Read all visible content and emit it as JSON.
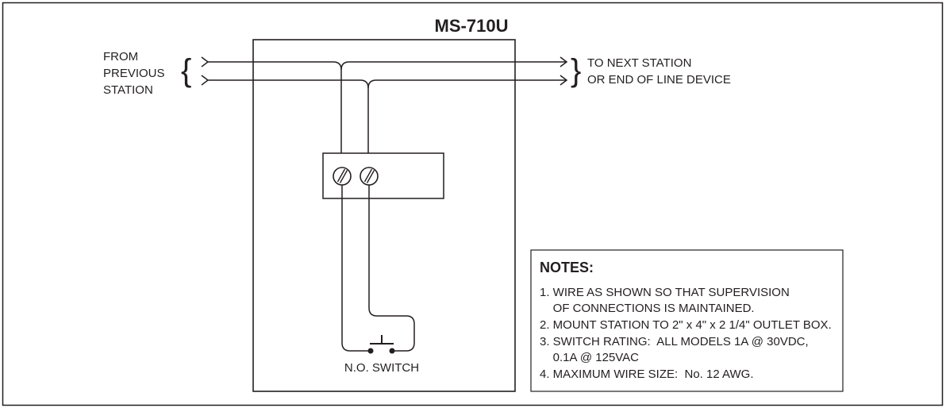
{
  "title": "MS-710U",
  "from_label": [
    "FROM",
    "PREVIOUS",
    "STATION"
  ],
  "to_label": [
    "TO NEXT STATION",
    "OR END OF LINE DEVICE"
  ],
  "switch_label": "N.O. SWITCH",
  "notes": {
    "heading": "NOTES:",
    "lines": [
      "1. WIRE AS SHOWN SO THAT SUPERVISION",
      "    OF CONNECTIONS IS MAINTAINED.",
      "2. MOUNT STATION TO 2\" x 4\" x 2 1/4\" OUTLET BOX.",
      "3. SWITCH RATING:  ALL MODELS 1A @ 30VDC,",
      "    0.1A @ 125VAC",
      "4. MAXIMUM WIRE SIZE:  No. 12 AWG."
    ]
  },
  "colors": {
    "line": "#231f20",
    "background": "#ffffff"
  }
}
